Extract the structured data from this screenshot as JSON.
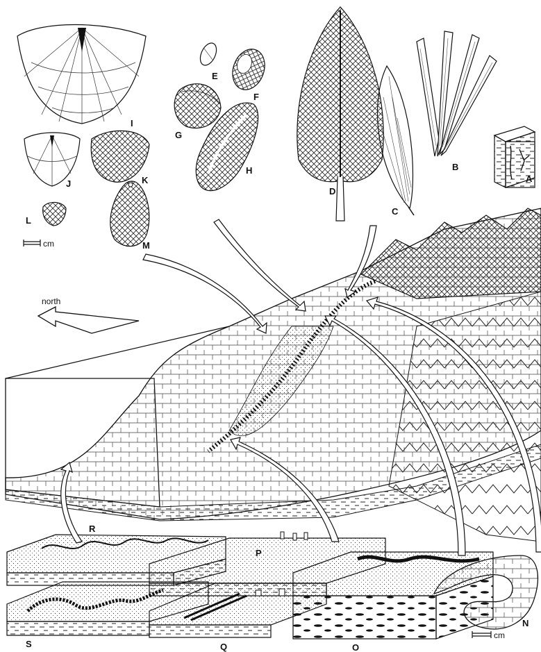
{
  "labels": {
    "A": "A",
    "B": "B",
    "C": "C",
    "D": "D",
    "E": "E",
    "F": "F",
    "G": "G",
    "H": "H",
    "I": "I",
    "J": "J",
    "K": "K",
    "L": "L",
    "M": "M",
    "N": "N",
    "O": "O",
    "P": "P",
    "Q": "Q",
    "R": "R",
    "S": "S"
  },
  "scale_top": "cm",
  "scale_bottom": "cm",
  "north": "north",
  "colors": {
    "ink": "#111111",
    "paper": "#ffffff",
    "shade": "#222222"
  }
}
